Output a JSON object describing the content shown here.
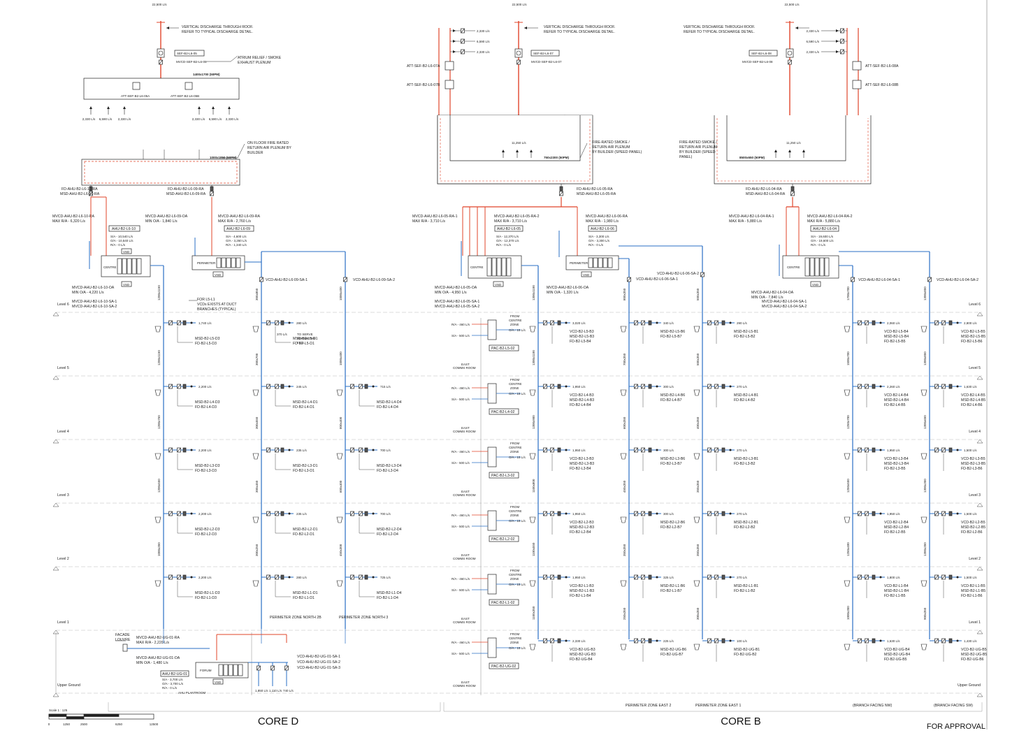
{
  "levels": [
    {
      "label": "Level 6"
    },
    {
      "label": "Level 5"
    },
    {
      "label": "Level 4"
    },
    {
      "label": "Level 3"
    },
    {
      "label": "Level 2"
    },
    {
      "label": "Level 1"
    },
    {
      "label": "Upper Ground"
    }
  ],
  "top_flows": {
    "core_d": "22,500 L/s",
    "core_b_left": "22,500 L/s",
    "core_b_right": "22,500 L/s"
  },
  "notes": {
    "discharge_1": "VERTICAL DISCHARGE THROUGH ROOF.",
    "discharge_2": "REFER TO TYPICAL DISCHARGE DETAIL.",
    "atrium_1": "ATRIUM RELIEF / SMOKE",
    "atrium_2": "EXHAUST PLENUM",
    "onfloor_1": "ON FLOOR FIRE RATED",
    "onfloor_2": "RETURN AIR PLENUM BY",
    "onfloor_3": "BUILDER",
    "firerated_mid_1": "FIRE-RATED SMOKE /",
    "firerated_mid_2": "RETURN AIR PLENUM",
    "firerated_mid_3": "BY BUILDER (SPEED PANEL)",
    "firerated_right_1": "FIRE-RATED SMOKE /",
    "firerated_right_2": "RETURN AIR PLENUM",
    "firerated_right_3": "BY BUILDER (SPEED",
    "firerated_right_4": "PANEL)",
    "for_l5": "FOR L5-L1",
    "vcd_exists": "VCDs EXISTS AT DUCT",
    "branches": "BRANCHES (TYPICAL)",
    "to_serve": "TO SERVE",
    "perimeter_label": "PERIMETER",
    "fcu": "FCU",
    "facade": "FACADE",
    "louvre": "LOUVRE",
    "ahu_plantroom": "AHU PLANTROOM"
  },
  "fans": {
    "sef05": "SEF-B2-L6-05",
    "mvcd05": "MVCD-SEF-B2-L6-05",
    "sef07": "SEF-B2-L6-07",
    "mvcd07": "MVCD-SEF-B2-L6-07",
    "sef08": "SEF-B2-L6-08",
    "mvcd08": "MVCD-SEF-B2-L6-08",
    "att05a": "ATT-SEF-B2-L6-05A",
    "att05b": "ATT-SEF-B2-L6-05B",
    "att07a": "ATT-SEF-B2-L6-07A",
    "att07b": "ATT-SEF-B2-L6-07B",
    "att08a": "ATT-SEF-B2-L6-08A",
    "att08b": "ATT-SEF-B2-L6-08B"
  },
  "plenums": {
    "atrium_size": "1400x1700 (50PM)",
    "d_ra_size": "1000x1850 (50PM)",
    "b_mid_size": "750x2300 (50PM)",
    "b_right_size": "8500x650 (50PM)",
    "flow_11250": "11,250 L/s"
  },
  "flows_small": {
    "f2330": "2,330 L/s",
    "f6590": "6,590 L/s"
  },
  "ahus": {
    "ahu10": {
      "tag": "AHU-B2-L6-10",
      "sa": "S/A - 10,540 L/s",
      "oa": "O/A - 10,540 L/s",
      "ra": "R/A - 0 L/s",
      "fd": "FD-AHU-B2-L6-10-RA",
      "msd": "MSD-AHU-B2-L6-10-RA",
      "mvcd_ra": "MVCD-AHU-B2-L6-10-RA",
      "max_ra": "MAX R/A - 6,320 L/s",
      "mvcd_oa": "MVCD-AHU-B2-L6-10-OA",
      "min_oa": "MIN O/A - 4,220 L/s",
      "sa1": "MVCD-AHU-B2-L6-10-SA-1",
      "sa2": "MVCD-AHU-B2-L6-10-SA-2",
      "zone": "CENTRE",
      "vsd": "VSD"
    },
    "ahu09": {
      "tag": "AHU-B2-L6-09",
      "sa": "S/A - 4,600 L/s",
      "oa": "O/A - 3,260 L/s",
      "ra": "R/A - 1,340 L/s",
      "fd": "FD-AHU-B2-L6-09-RA",
      "msd": "MSD-AHU-B2-L6-09-RA",
      "mvcd_oa": "MVCD-AHU-B2-L6-09-OA",
      "min_oa": "MIN O/A - 1,840 L/s",
      "mvcd_ra": "MVCD-AHU-B2-L6-09-RA",
      "max_ra": "MAX R/A - 2,760 L/s",
      "vcd1": "VCD-AHU-B2-L6-09-SA-1",
      "vcd2": "VCD-AHU-B2-L6-09-SA-2",
      "zone": "PERIMETER",
      "vsd": "VSD"
    },
    "ahu05": {
      "tag": "AHU-B2-L6-05",
      "sa": "S/A - 12,370 L/s",
      "oa": "O/A - 12,370 L/s",
      "ra": "R/A - 0 L/s",
      "mvcd_ra1": "MVCD-AHU-B2-L6-05-RA-1",
      "max_ra1": "MAX R/A - 3,710 L/s",
      "mvcd_ra2": "MVCD-AHU-B2-L6-05-RA-2",
      "max_ra2": "MAX R/A - 3,710 L/s",
      "mvcd_oa": "MVCD-AHU-B2-L6-05-OA",
      "min_oa": "MIN O/A - 4,950 L/s",
      "sa1": "MVCD-AHU-B2-L6-05-SA-1",
      "sa2": "MVCD-AHU-B2-L6-05-SA-2",
      "zone": "CENTRE",
      "vsd": "VSD"
    },
    "ahu06": {
      "tag": "AHU-B2-L6-06",
      "sa": "S/A - 3,300 L/s",
      "oa": "O/A - 3,300 L/s",
      "ra": "R/A - 0 L/s",
      "mvcd_ra": "MVCD-AHU-B2-L6-06-RA",
      "max_ra": "MAX R/A - 1,980 L/s",
      "mvcd_oa": "MVCD-AHU-B2-L6-06-OA",
      "min_oa": "MIN O/A - 1,320 L/s",
      "vcd1": "VCD-AHU-B2-L6-06-SA-1",
      "vcd2": "VCD-AHU-B2-L6-06-SA-2",
      "zone": "PERIMETER",
      "vsd": "VSD"
    },
    "ahu04": {
      "tag": "AHU-B2-L6-04",
      "sa": "S/A - 19,600 L/s",
      "oa": "O/A - 19,600 L/s",
      "ra": "R/A - 0 L/s",
      "mvcd_ra1": "MVCD-AHU-B2-L6-04-RA-1",
      "max_ra1": "MAX R/A - 5,880 L/s",
      "mvcd_ra2": "MVCD-AHU-B2-L6-04-RA-2",
      "max_ra2": "MAX R/A - 5,880 L/s",
      "mvcd_oa": "MVCD-AHU-B2-L6-04-OA",
      "min_oa": "MIN O/A - 7,840 L/s",
      "sa1": "MVCD-AHU-B2-L6-04-SA-1",
      "sa2": "MVCD-AHU-B2-L6-04-SA-2",
      "vcd1": "VCD-AHU-B2-L6-04-SA-1",
      "vcd2": "VCD-AHU-B2-L6-04-SA-2",
      "zone": "CENTRE",
      "vsd": "VSD"
    },
    "ahu01": {
      "tag": "AHU-B2-UG-01",
      "sa": "S/A - 3,700 L/s",
      "oa": "O/A - 3,700 L/s",
      "ra": "R/A - 0 L/s",
      "mvcd_ra": "MVCD-AHU-B2-UG-01-RA",
      "max_ra": "MAX R/A - 2,220 L/s",
      "mvcd_oa": "MVCD-AHU-B2-UG-01-OA",
      "min_oa": "MIN O/A - 1,480 L/s",
      "vcd1": "VCD-AHU-B2-UG-01-SA-1",
      "vcd2": "VCD-AHU-B2-UG-01-SA-2",
      "vcd3": "VCD-AHU-B2-UG-01-SA-3",
      "zone": "FORUM",
      "vsd": "VSD"
    }
  },
  "fd_b_mid": "FD-AHU-B2-L6-05-RA",
  "msd_b_mid": "MSD-AHU-B2-L6-05-RA",
  "fd_b_right": "FD-AHU-B2-L6-04-RA",
  "msd_b_right": "MSD-AHU-B2-L6-04-RA",
  "riser_sizes": {
    "d1": [
      "1200x1150",
      "1200x1150",
      "1200x750",
      "1200x550",
      "1000x350"
    ],
    "d2": [
      "300x850",
      "300x700",
      "300x550",
      "300x450",
      "300x250"
    ],
    "d3": [
      "1000x400",
      "1000x400",
      "800x400",
      "600x400",
      "450x300"
    ],
    "b1": [
      "1300x1100",
      "1300x1100",
      "1300x900",
      "1100x800",
      "1100x550",
      "1100x350"
    ],
    "b2": [
      "800x350",
      "700x350",
      "600x350",
      "450x350",
      "350x350",
      "250x350"
    ],
    "b3": [
      "500x350",
      "500x350",
      "400x350",
      "350x350",
      "350x350",
      "300x350"
    ],
    "b4": [
      "1700x700",
      "1500x700",
      "1250x700",
      "1250x550",
      "1250x400",
      "1000x350"
    ],
    "b5": [
      "1300x850",
      "1300x850",
      "1300x650",
      "1300x350",
      "1300x350",
      "900x350"
    ]
  },
  "d_branches": {
    "c1": [
      {
        "flow": "1,740 L/s",
        "msd": "MSD-B2-L5-D3",
        "fd": "FD-B2-L5-D3"
      },
      {
        "flow": "2,200 L/s",
        "msd": "MSD-B2-L4-D3",
        "fd": "FD-B2-L4-D3"
      },
      {
        "flow": "2,200 L/s",
        "msd": "MSD-B2-L3-D3",
        "fd": "FD-B2-L3-D3"
      },
      {
        "flow": "2,200 L/s",
        "msd": "MSD-B2-L2-D3",
        "fd": "FD-B2-L2-D3"
      },
      {
        "flow": "2,200 L/s",
        "msd": "MSD-B2-L1-D3",
        "fd": "FD-B2-L1-D3"
      }
    ],
    "c2": [
      {
        "flow": "280 L/s",
        "msd": "MSD-B2-L5-D1",
        "fd": "FD-B2-L5-D1"
      },
      {
        "flow": "245 L/s",
        "msd": "MSD-B2-L4-D1",
        "fd": "FD-B2-L4-D1"
      },
      {
        "flow": "235 L/s",
        "msd": "MSD-B2-L3-D1",
        "fd": "FD-B2-L3-D1"
      },
      {
        "flow": "235 L/s",
        "msd": "MSD-B2-L2-D1",
        "fd": "FD-B2-L2-D1"
      },
      {
        "flow": "280 L/s",
        "msd": "MSD-B2-L1-D1",
        "fd": "FD-B2-L1-D1"
      }
    ],
    "c3": [
      {
        "flow": "",
        "msd": "",
        "fd": ""
      },
      {
        "flow": "715 L/s",
        "msd": "MSD-B2-L4-D4",
        "fd": "FD-B2-L4-D4"
      },
      {
        "flow": "700 L/s",
        "msd": "MSD-B2-L3-D4",
        "fd": "FD-B2-L3-D4"
      },
      {
        "flow": "700 L/s",
        "msd": "MSD-B2-L2-D4",
        "fd": "FD-B2-L2-D4"
      },
      {
        "flow": "725 L/s",
        "msd": "MSD-B2-L1-D4",
        "fd": "FD-B2-L1-D4"
      }
    ]
  },
  "extra_flow_370": "370 L/s",
  "pacs": [
    {
      "tag": "PAC-B2-L5-02",
      "ra": "R/A - 460 L/s",
      "sa": "S/A - 500 L/s",
      "oa": "O/A - 15 L/s"
    },
    {
      "tag": "PAC-B2-L4-02",
      "ra": "R/A - 460 L/s",
      "sa": "S/A - 500 L/s",
      "oa": "O/A - 15 L/s"
    },
    {
      "tag": "PAC-B2-L3-02",
      "ra": "R/A - 460 L/s",
      "sa": "S/A - 500 L/s",
      "oa": "O/A - 15 L/s"
    },
    {
      "tag": "PAC-B2-L2-02",
      "ra": "R/A - 460 L/s",
      "sa": "S/A - 500 L/s",
      "oa": "O/A - 15 L/s"
    },
    {
      "tag": "PAC-B2-L1-02",
      "ra": "R/A - 460 L/s",
      "sa": "S/A - 500 L/s",
      "oa": "O/A - 15 L/s"
    },
    {
      "tag": "PAC-B2-UG-02",
      "ra": "R/A - 460 L/s",
      "sa": "S/A - 500 L/s",
      "oa": "O/A - 15 L/s"
    }
  ],
  "pac_from_1": "FROM",
  "pac_from_2": "CENTRE",
  "pac_from_3": "ZONE",
  "east_comms_1": "EAST",
  "east_comms_2": "COMMS ROOM",
  "b_branches": {
    "c1": [
      {
        "flow": "3,020 L/s",
        "vcd": "VCD-B2-L5-B3",
        "msd": "MSD-B2-L5-B3",
        "fd": "FD-B2-L5-B4"
      },
      {
        "flow": "1,950 L/s",
        "vcd": "VCD-B2-L4-B3",
        "msd": "MSD-B2-L4-B3",
        "fd": "FD-B2-L4-B4"
      },
      {
        "flow": "1,950 L/s",
        "vcd": "VCD-B2-L3-B3",
        "msd": "MSD-B2-L3-B3",
        "fd": "FD-B2-L3-B4"
      },
      {
        "flow": "1,950 L/s",
        "vcd": "VCD-B2-L2-B3",
        "msd": "MSD-B2-L2-B3",
        "fd": "FD-B2-L2-B4"
      },
      {
        "flow": "1,950 L/s",
        "vcd": "VCD-B2-L1-B3",
        "msd": "MSD-B2-L1-B3",
        "fd": "FD-B2-L1-B4"
      },
      {
        "flow": "2,330 L/s",
        "vcd": "VCD-B2-UG-B3",
        "msd": "MSD-B2-UG-B3",
        "fd": "FD-B2-UG-B4"
      }
    ],
    "c2": [
      {
        "flow": "340 L/s",
        "msd": "MSD-B2-L5-B6",
        "fd": "FD-B2-L5-B7"
      },
      {
        "flow": "300 L/s",
        "msd": "MSD-B2-L4-B6",
        "fd": "FD-B2-L4-B7"
      },
      {
        "flow": "300 L/s",
        "msd": "MSD-B2-L3-B6",
        "fd": "FD-B2-L3-B7"
      },
      {
        "flow": "300 L/s",
        "msd": "MSD-B2-L2-B6",
        "fd": "FD-B2-L2-B7"
      },
      {
        "flow": "325 L/s",
        "msd": "MSD-B2-L1-B6",
        "fd": "FD-B2-L1-B7"
      },
      {
        "flow": "225 L/s",
        "msd": "MSD-B2-UG-B6",
        "fd": "FD-B2-UG-B7"
      }
    ],
    "c3": [
      {
        "flow": "290 L/s",
        "msd": "MSD-B2-L5-B1",
        "fd": "FD-B2-L5-B2"
      },
      {
        "flow": "270 L/s",
        "msd": "MSD-B2-L4-B1",
        "fd": "FD-B2-L4-B2"
      },
      {
        "flow": "270 L/s",
        "msd": "MSD-B2-L3-B1",
        "fd": "FD-B2-L3-B2"
      },
      {
        "flow": "270 L/s",
        "msd": "MSD-B2-L2-B1",
        "fd": "FD-B2-L2-B2"
      },
      {
        "flow": "270 L/s",
        "msd": "MSD-B2-L1-B1",
        "fd": "FD-B2-L1-B2"
      },
      {
        "flow": "100 L/s",
        "msd": "MSD-B2-UG-B1",
        "fd": "FD-B2-UG-B2"
      }
    ],
    "c4": [
      {
        "flow": "2,060 L/s",
        "vcd": "VCD-B2-L5-B4",
        "msd": "MSD-B2-L5-B4",
        "fd": "FD-B2-L5-B5"
      },
      {
        "flow": "2,260 L/s",
        "vcd": "VCD-B2-L4-B4",
        "msd": "MSD-B2-L4-B4",
        "fd": "FD-B2-L4-B5"
      },
      {
        "flow": "1,950 L/s",
        "vcd": "VCD-B2-L3-B4",
        "msd": "MSD-B2-L3-B4",
        "fd": "FD-B2-L3-B5"
      },
      {
        "flow": "1,950 L/s",
        "vcd": "VCD-B2-L2-B4",
        "msd": "MSD-B2-L2-B4",
        "fd": "FD-B2-L2-B5"
      },
      {
        "flow": "1,800 L/s",
        "vcd": "VCD-B2-L1-B4",
        "msd": "MSD-B2-L1-B4",
        "fd": "FD-B2-L1-B5"
      },
      {
        "flow": "1,630 L/s",
        "vcd": "VCD-B2-UG-B4",
        "msd": "MSD-B2-UG-B4",
        "fd": "FD-B2-UG-B5"
      }
    ],
    "c5": [
      {
        "flow": "2,800 L/s",
        "vcd": "VCD-B2-L5-B5",
        "msd": "MSD-B2-L5-B5",
        "fd": "FD-B2-L5-B6"
      },
      {
        "flow": "1,630 L/s",
        "vcd": "VCD-B2-L4-B5",
        "msd": "MSD-B2-L4-B5",
        "fd": "FD-B2-L4-B6"
      },
      {
        "flow": "1,500 L/s",
        "vcd": "VCD-B2-L3-B5",
        "msd": "MSD-B2-L3-B5",
        "fd": "FD-B2-L3-B6"
      },
      {
        "flow": "1,500 L/s",
        "vcd": "VCD-B2-L2-B5",
        "msd": "MSD-B2-L2-B5",
        "fd": "FD-B2-L2-B6"
      },
      {
        "flow": "1,500 L/s",
        "vcd": "VCD-B2-L1-B5",
        "msd": "MSD-B2-L1-B5",
        "fd": "FD-B2-L1-B6"
      },
      {
        "flow": "1,430 L/s",
        "vcd": "VCD-B2-UG-B5",
        "msd": "MSD-B2-UG-B5",
        "fd": "FD-B2-UG-B6"
      }
    ]
  },
  "ug_flows": {
    "f1": "1,850 L/s",
    "f2": "1,110 L/s",
    "f3": "740 L/s"
  },
  "zones": {
    "pnorth2b": "PERIMETER ZONE NORTH 2B",
    "pnorth3": "PERIMETER ZONE NORTH 3",
    "peast2": "PERIMETER ZONE EAST 2",
    "peast1": "PERIMETER ZONE EAST 1",
    "nw": "(BRANCH FACING NW)",
    "sw": "(BRANCH FACING SW)"
  },
  "scale": {
    "label": "Scale 1 : 125",
    "ticks": [
      "0",
      "1250",
      "2500",
      "6250",
      "12500"
    ]
  },
  "titles": {
    "core_d": "CORE D",
    "core_b": "CORE B",
    "approval": "FOR APPROVAL"
  },
  "colors": {
    "supply": "#2a6fc4",
    "exhaust": "#e0452a",
    "line": "#222222",
    "grid": "#b8b8b8"
  }
}
